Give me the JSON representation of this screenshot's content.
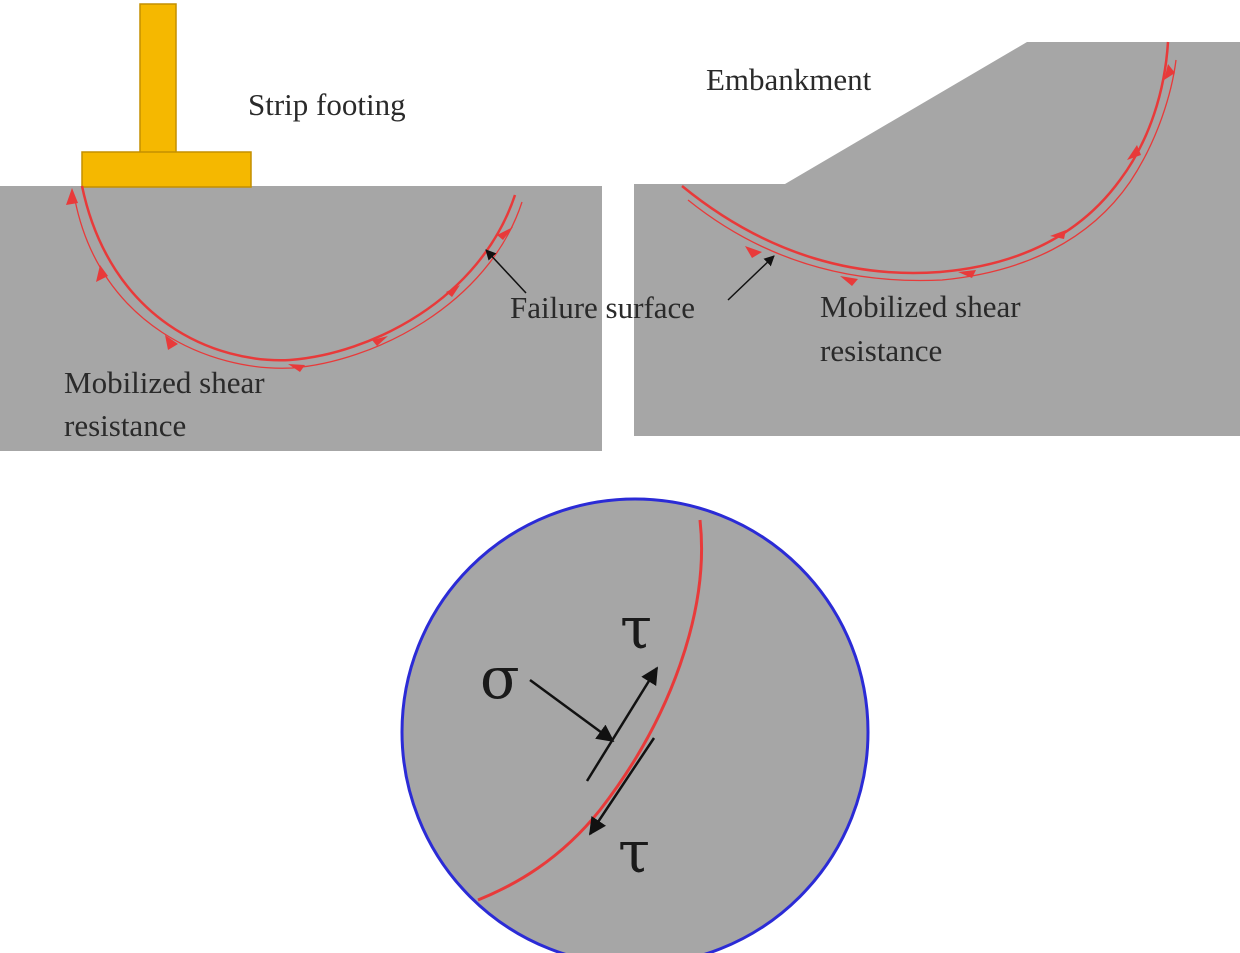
{
  "labels": {
    "strip_footing": "Strip footing",
    "embankment": "Embankment",
    "failure_surface": "Failure surface",
    "mobilized_left_line1": "Mobilized shear",
    "mobilized_left_line2": "resistance",
    "mobilized_right_line1": "Mobilized shear",
    "mobilized_right_line2": "resistance",
    "sigma": "σ",
    "tau_top": "τ",
    "tau_bottom": "τ"
  },
  "colors": {
    "soil": "#a6a6a6",
    "footing": "#f5b800",
    "footing_outline": "#c48f00",
    "failure_line": "#e83a3a",
    "circle_outline": "#2b2bd6",
    "arrow": "#111111",
    "text": "#2a2a2a"
  }
}
